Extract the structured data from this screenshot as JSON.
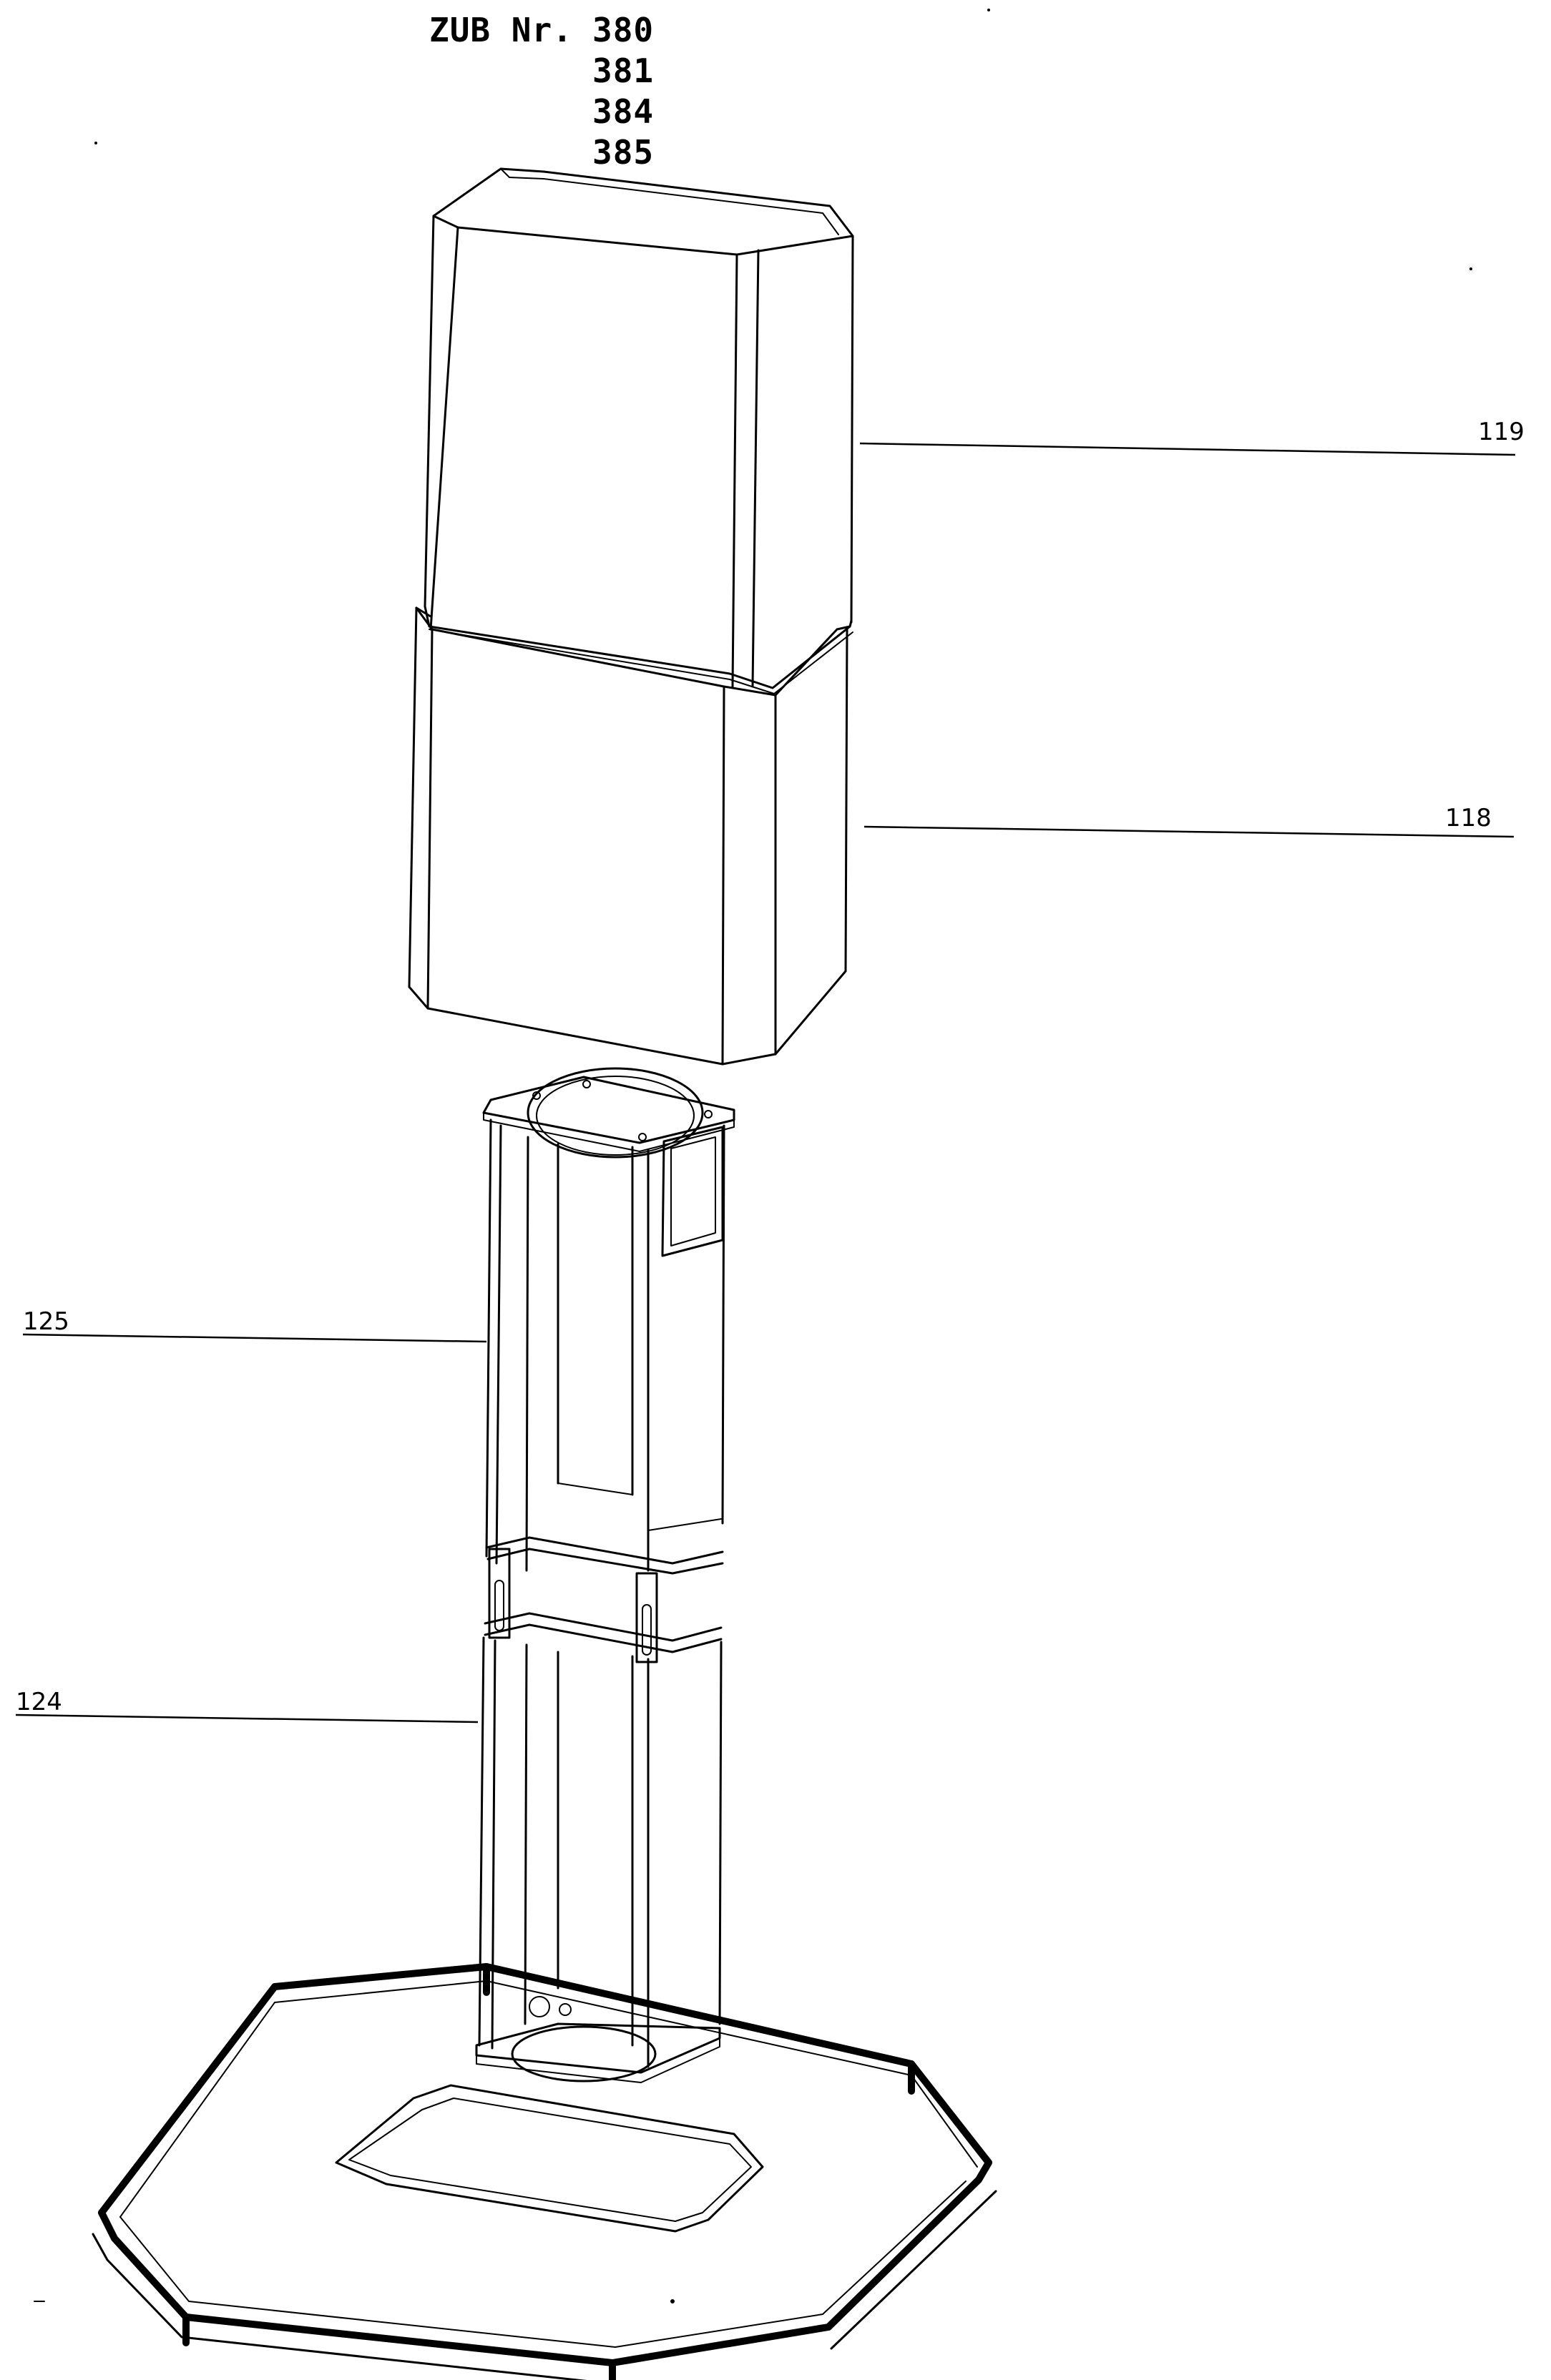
{
  "header": {
    "prefix": "ZUB Nr.",
    "numbers": [
      "380",
      "381",
      "384",
      "385"
    ]
  },
  "callouts": [
    {
      "id": "119",
      "label": "119"
    },
    {
      "id": "118",
      "label": "118"
    },
    {
      "id": "125",
      "label": "125"
    },
    {
      "id": "124",
      "label": "124"
    }
  ]
}
